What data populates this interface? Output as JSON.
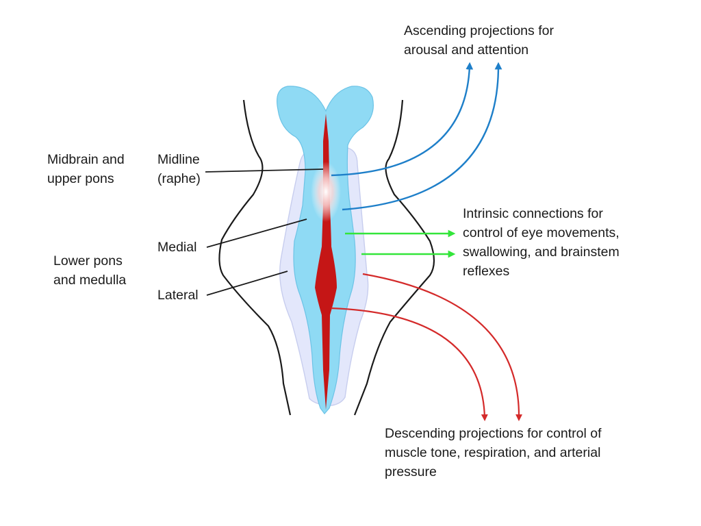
{
  "regions": {
    "midbrain": [
      "Midbrain and",
      "upper pons"
    ],
    "lower": [
      "Lower pons",
      "and medulla"
    ]
  },
  "zones": {
    "midline": [
      "Midline",
      "(raphe)"
    ],
    "medial": [
      "Medial"
    ],
    "lateral": [
      "Lateral"
    ]
  },
  "projections": {
    "ascending": [
      "Ascending projections for",
      "arousal and attention"
    ],
    "intrinsic": [
      "Intrinsic connections for",
      "control of eye movements,",
      "swallowing, and brainstem",
      "reflexes"
    ],
    "descending": [
      "Descending projections for control of",
      "muscle tone, respiration, and arterial",
      "pressure"
    ]
  },
  "colors": {
    "ascending": "#1e7fc9",
    "intrinsic": "#33e53a",
    "descending": "#d42a2a",
    "raphe": "#c51616",
    "medial_zone": "#8fdaf4",
    "lateral_zone": "#e3e7fb",
    "outline": "#1a1a1a"
  }
}
